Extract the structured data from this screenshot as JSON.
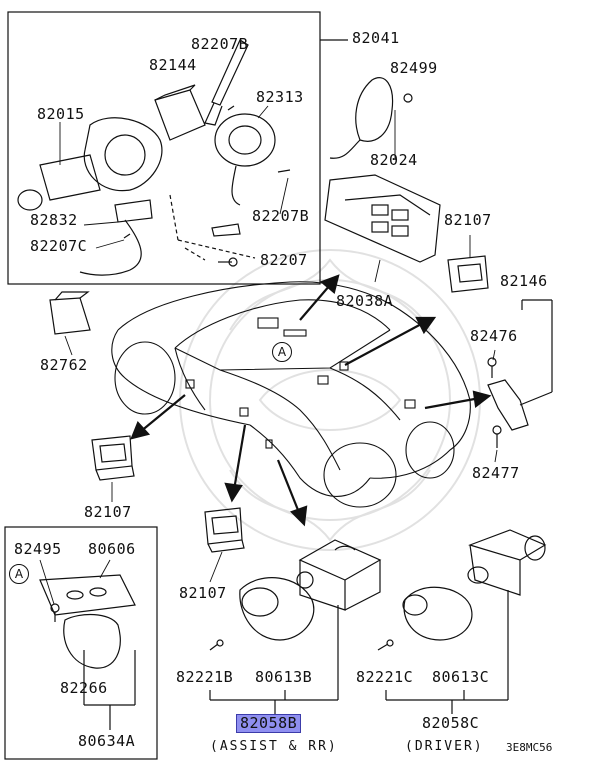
{
  "labels": {
    "p82041": "82041",
    "p82207B_top": "82207B",
    "p82144": "82144",
    "p82313": "82313",
    "p82015": "82015",
    "p82832": "82832",
    "p82207C": "82207C",
    "p82207B_bot": "82207B",
    "p82207": "82207",
    "p82499": "82499",
    "p82024": "82024",
    "p82038A": "82038A",
    "p82107_tr": "82107",
    "p82146": "82146",
    "p82476": "82476",
    "p82477": "82477",
    "p82762": "82762",
    "p82107_l": "82107",
    "p82495": "82495",
    "p80606": "80606",
    "p82266": "82266",
    "p80634A": "80634A",
    "p82107_c": "82107",
    "p82221B": "82221B",
    "p80613B": "80613B",
    "p82221C": "82221C",
    "p80613C": "80613C",
    "p82058B": "82058B",
    "p82058C": "82058C"
  },
  "callouts": {
    "circle_a_car": "A",
    "circle_a_inset": "A"
  },
  "captions": {
    "assist_rr": "(ASSIST & RR)",
    "driver": "(DRIVER)",
    "diagram_code": "3E8MC56"
  },
  "colors": {
    "highlight": "#8f8ff0",
    "ink": "#111111"
  }
}
